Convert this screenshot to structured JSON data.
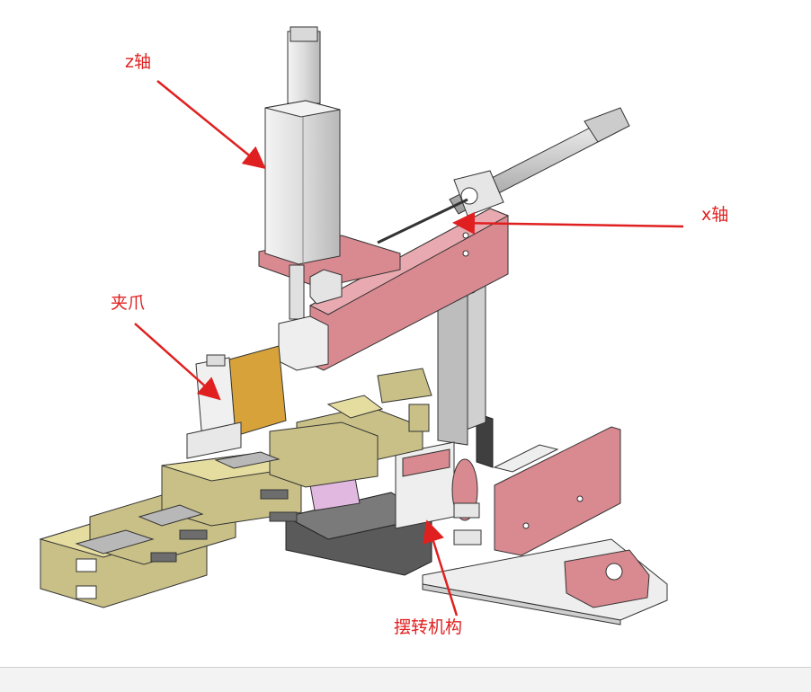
{
  "labels": {
    "z_axis": "z轴",
    "x_axis": "x轴",
    "clamp": "夹爪",
    "swing_mechanism": "摆转机构"
  },
  "colors": {
    "annotation": "#e02020",
    "pink_part": "#d98a90",
    "gold_part": "#c9c087",
    "orange_plate": "#d7a23a",
    "grey_part": "#8e8e8e",
    "dark_base": "#5a5a5a",
    "cylinder": "#e4e4e4"
  }
}
